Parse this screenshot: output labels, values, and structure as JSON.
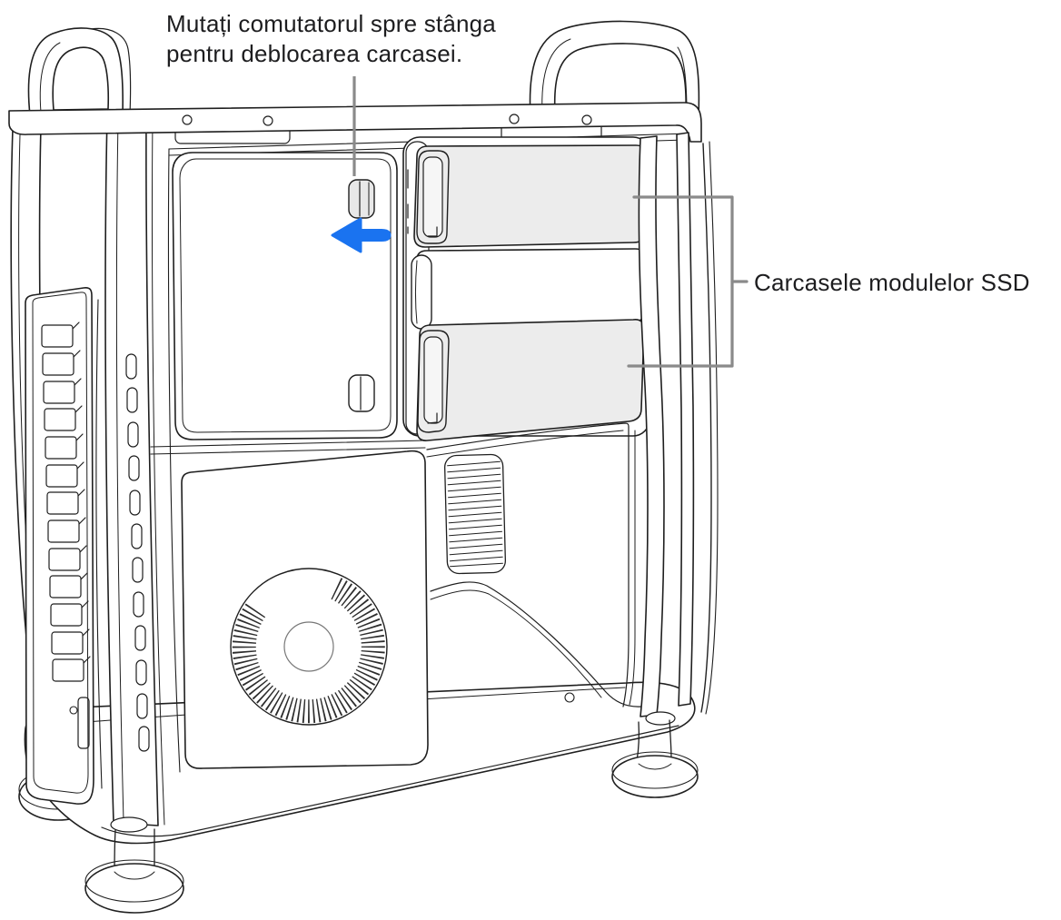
{
  "annotations": {
    "unlock_instruction": "Mutați comutatorul spre stânga\npentru deblocarea carcasei.",
    "ssd_label": "Carcasele modulelor SSD"
  },
  "colors": {
    "arrow_blue": "#1A73F0",
    "callout_gray": "#8A8A8A",
    "outline": "#1F1F1F",
    "module_fill": "#ECECEC",
    "text": "#1D1D1F"
  },
  "icons": {
    "left_arrow": "left-arrow"
  }
}
